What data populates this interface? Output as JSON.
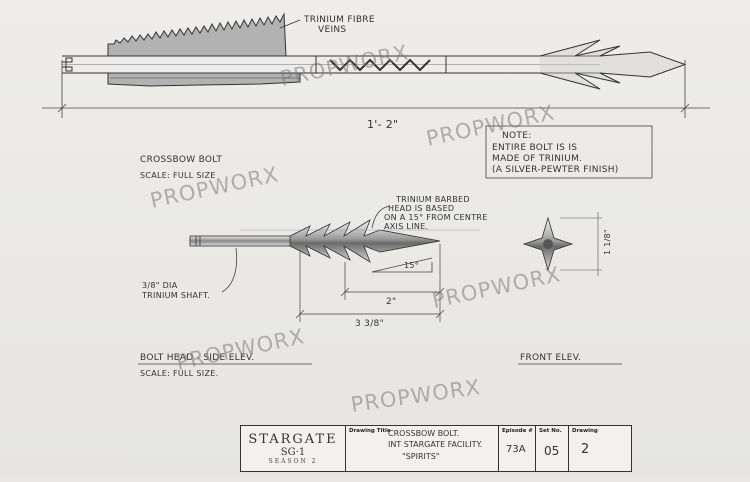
{
  "sheet": {
    "watermark": "PROPWORX",
    "labels": {
      "fibre_veins": [
        "TRINIUM FIBRE",
        "VEINS"
      ],
      "overall_length": "1'- 2\"",
      "note_title": "NOTE:",
      "note_lines": [
        "ENTIRE BOLT IS IS",
        "MADE OF TRINIUM.",
        "(A SILVER-PEWTER FINISH)"
      ],
      "bolt_title": "CROSSBOW BOLT",
      "bolt_scale": "SCALE: FULL SIZE",
      "barbed_head": [
        "TRINIUM BARBED",
        "HEAD IS BASED",
        "ON A 15° FROM CENTRE",
        "AXIS LINE."
      ],
      "angle": "15°",
      "shaft_dia": [
        "3/8\" DIA",
        "TRINIUM SHAFT."
      ],
      "dim_2": "2\"",
      "dim_3_3_8": "3 3/8\"",
      "dim_1_1_8": "1 1/8\"",
      "side_elev": "BOLT HEAD - SIDE ELEV.",
      "side_scale": "SCALE: FULL SIZE.",
      "front_elev": "FRONT ELEV."
    }
  },
  "title_block": {
    "logo_line1": "STARGATE",
    "logo_line2": "SG·1",
    "logo_line3": "SEASON 2",
    "drawing_title_label": "Drawing Title",
    "drawing_title_lines": [
      "CROSSBOW BOLT.",
      "INT STARGATE FACILITY.",
      "\"SPIRITS\""
    ],
    "episode_label": "Episode #",
    "episode_value": "73A",
    "set_label": "Set No.",
    "set_value": "05",
    "drawing_label": "Drawing",
    "drawing_value": "2"
  }
}
